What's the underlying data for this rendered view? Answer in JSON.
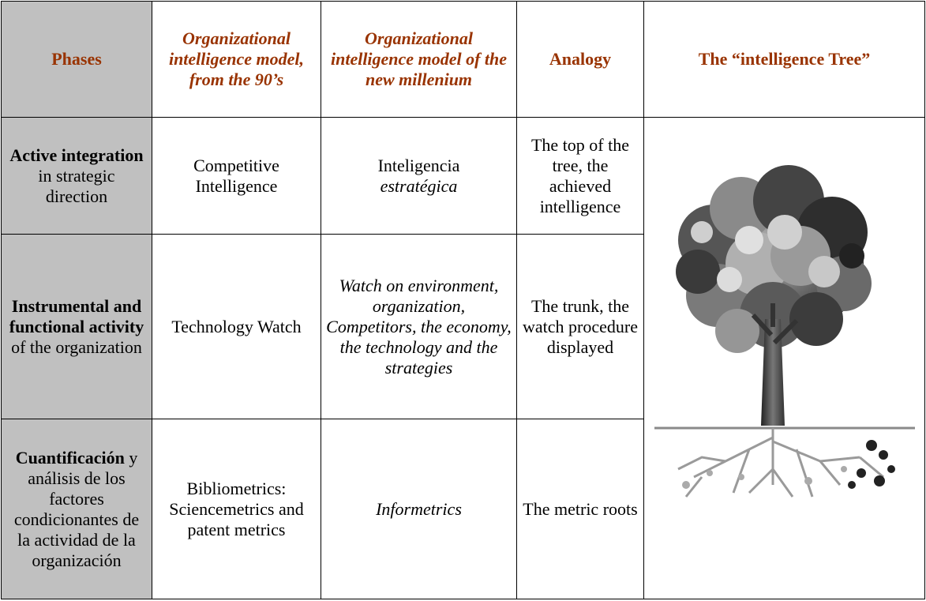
{
  "headers": {
    "phases": "Phases",
    "model_90s": "Organizational intelligence model, from the 90’s",
    "model_new": "Organizational intelligence model of the new millenium",
    "analogy": "Analogy",
    "tree": "The “intelligence Tree”"
  },
  "rows": [
    {
      "phase_bold": "Active integration",
      "phase_rest": " in strategic direction",
      "model_90s": "Competitive Intelligence",
      "model_new_normal": "Inteligencia ",
      "model_new_italic": "estratégica",
      "analogy": "The top of the tree, the achieved intelligence"
    },
    {
      "phase_bold": "Instrumental and functional activity",
      "phase_rest": " of the organization",
      "model_90s": "Technology Watch",
      "model_new_italic": "Watch on environment, organization, Competitors, the economy, the technology and the strategies",
      "analogy": "The trunk, the watch procedure displayed"
    },
    {
      "phase_bold": "Cuantificación",
      "phase_rest": " y análisis de los factores condicionantes de la actividad de la organización",
      "model_90s": "Bibliometrics: Sciencemetrics and patent metrics",
      "model_new_italic": "Informetrics",
      "analogy": "The metric roots"
    }
  ],
  "colors": {
    "header_text": "#993300",
    "phase_bg": "#c0c0c0",
    "border": "#000000"
  },
  "icons": {
    "tree": "tree-illustration"
  }
}
